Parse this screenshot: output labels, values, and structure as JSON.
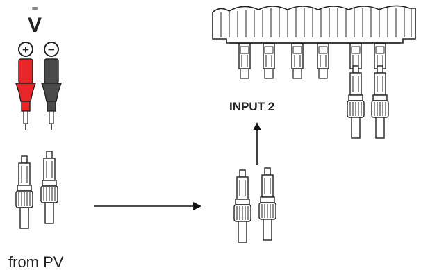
{
  "meter": {
    "symbol": "V",
    "positive_sign": "+",
    "negative_sign": "−",
    "positive_color": "#e8262a",
    "negative_color": "#4a4a4a"
  },
  "labels": {
    "input": "INPUT 2",
    "source": "from PV"
  }
}
